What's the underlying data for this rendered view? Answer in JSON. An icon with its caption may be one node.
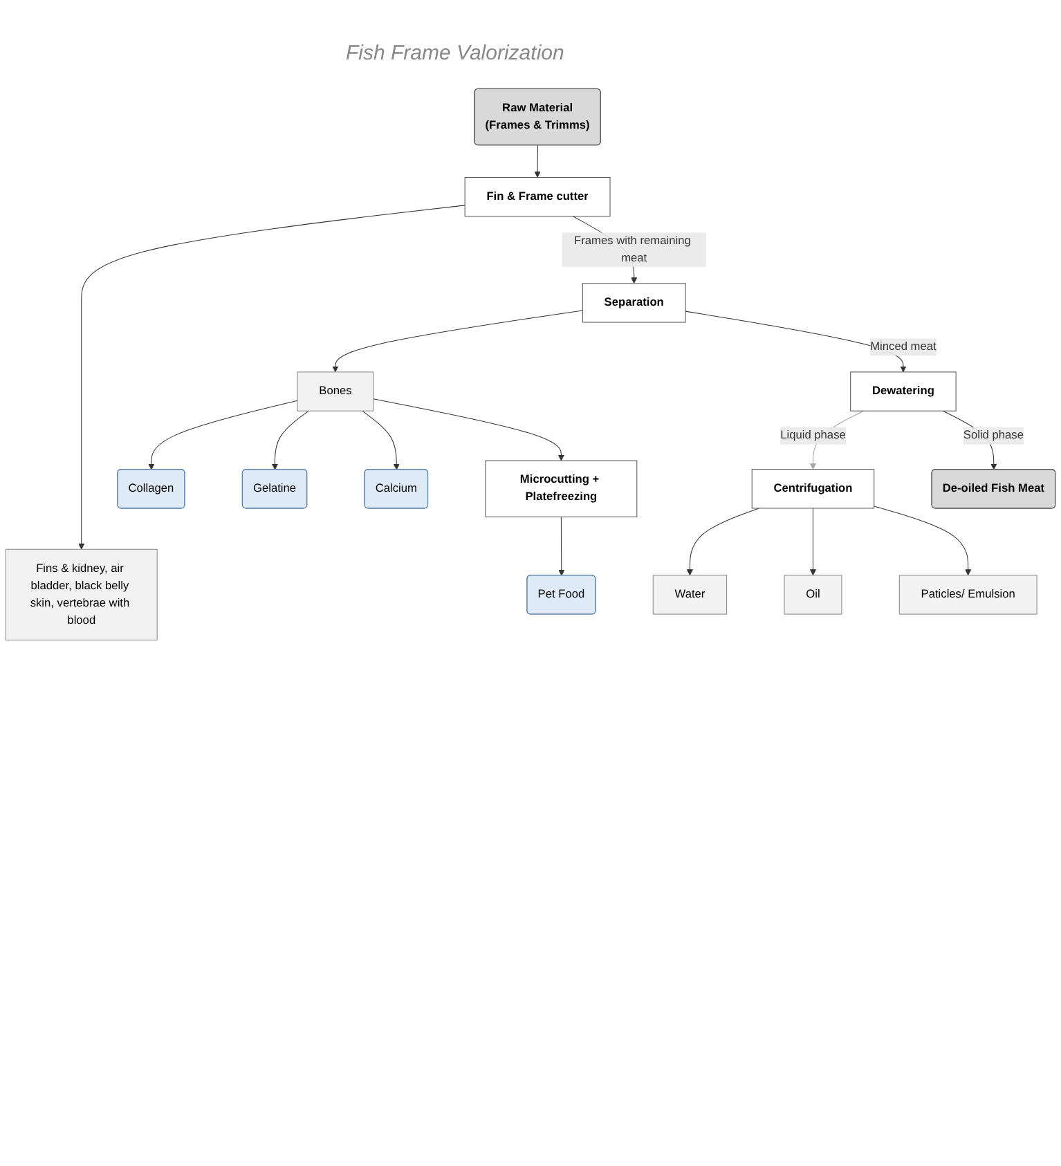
{
  "diagram": {
    "title": "Fish Frame Valorization",
    "nodes": [
      {
        "text": [
          "Raw Material",
          "(Frames & Trimms)"
        ]
      },
      {
        "text": [
          "Fin & Frame cutter"
        ]
      },
      {
        "text": [
          "Fins & kidney, air bladder, black belly skin, vertebrae with blood"
        ]
      },
      {
        "text": [
          "Separation"
        ]
      },
      {
        "text": [
          "Bones"
        ]
      },
      {
        "text": [
          "Collagen"
        ]
      },
      {
        "text": [
          "Gelatine"
        ]
      },
      {
        "text": [
          "Calcium"
        ]
      },
      {
        "text": [
          "Microcutting + Platefreezing"
        ]
      },
      {
        "text": [
          "Pet Food"
        ]
      },
      {
        "text": [
          "Dewatering"
        ]
      },
      {
        "text": [
          "Centrifugation"
        ]
      },
      {
        "text": [
          "Water"
        ]
      },
      {
        "text": [
          "Oil"
        ]
      },
      {
        "text": [
          "Paticles/ Emulsion"
        ]
      },
      {
        "text": [
          "De-oiled Fish Meat"
        ]
      }
    ],
    "edges": [
      {
        "from": 0,
        "to": 1,
        "arrow": "to"
      },
      {
        "from": 1,
        "to": 2,
        "arrow": "to"
      },
      {
        "from": 1,
        "to": 3,
        "arrow": "to",
        "label": "Frames with remaining meat"
      },
      {
        "from": 3,
        "to": 4,
        "arrow": "to"
      },
      {
        "from": 4,
        "to": 5,
        "arrow": "to"
      },
      {
        "from": 4,
        "to": 6,
        "arrow": "to"
      },
      {
        "from": 4,
        "to": 7,
        "arrow": "to"
      },
      {
        "from": 4,
        "to": 8,
        "arrow": "to"
      },
      {
        "from": 8,
        "to": 9,
        "arrow": "to"
      },
      {
        "from": 3,
        "to": 10,
        "arrow": "to",
        "label": "Minced meat"
      },
      {
        "from": 10,
        "to": 11,
        "arrow": "to",
        "label": "Liquid phase",
        "color": "#a6a6a6"
      },
      {
        "from": 11,
        "to": 12,
        "arrow": "to"
      },
      {
        "from": 11,
        "to": 13,
        "arrow": "to"
      },
      {
        "from": 11,
        "to": 14,
        "arrow": "to"
      },
      {
        "from": 10,
        "to": 15,
        "arrow": "to",
        "label": "Solid phase"
      }
    ]
  }
}
